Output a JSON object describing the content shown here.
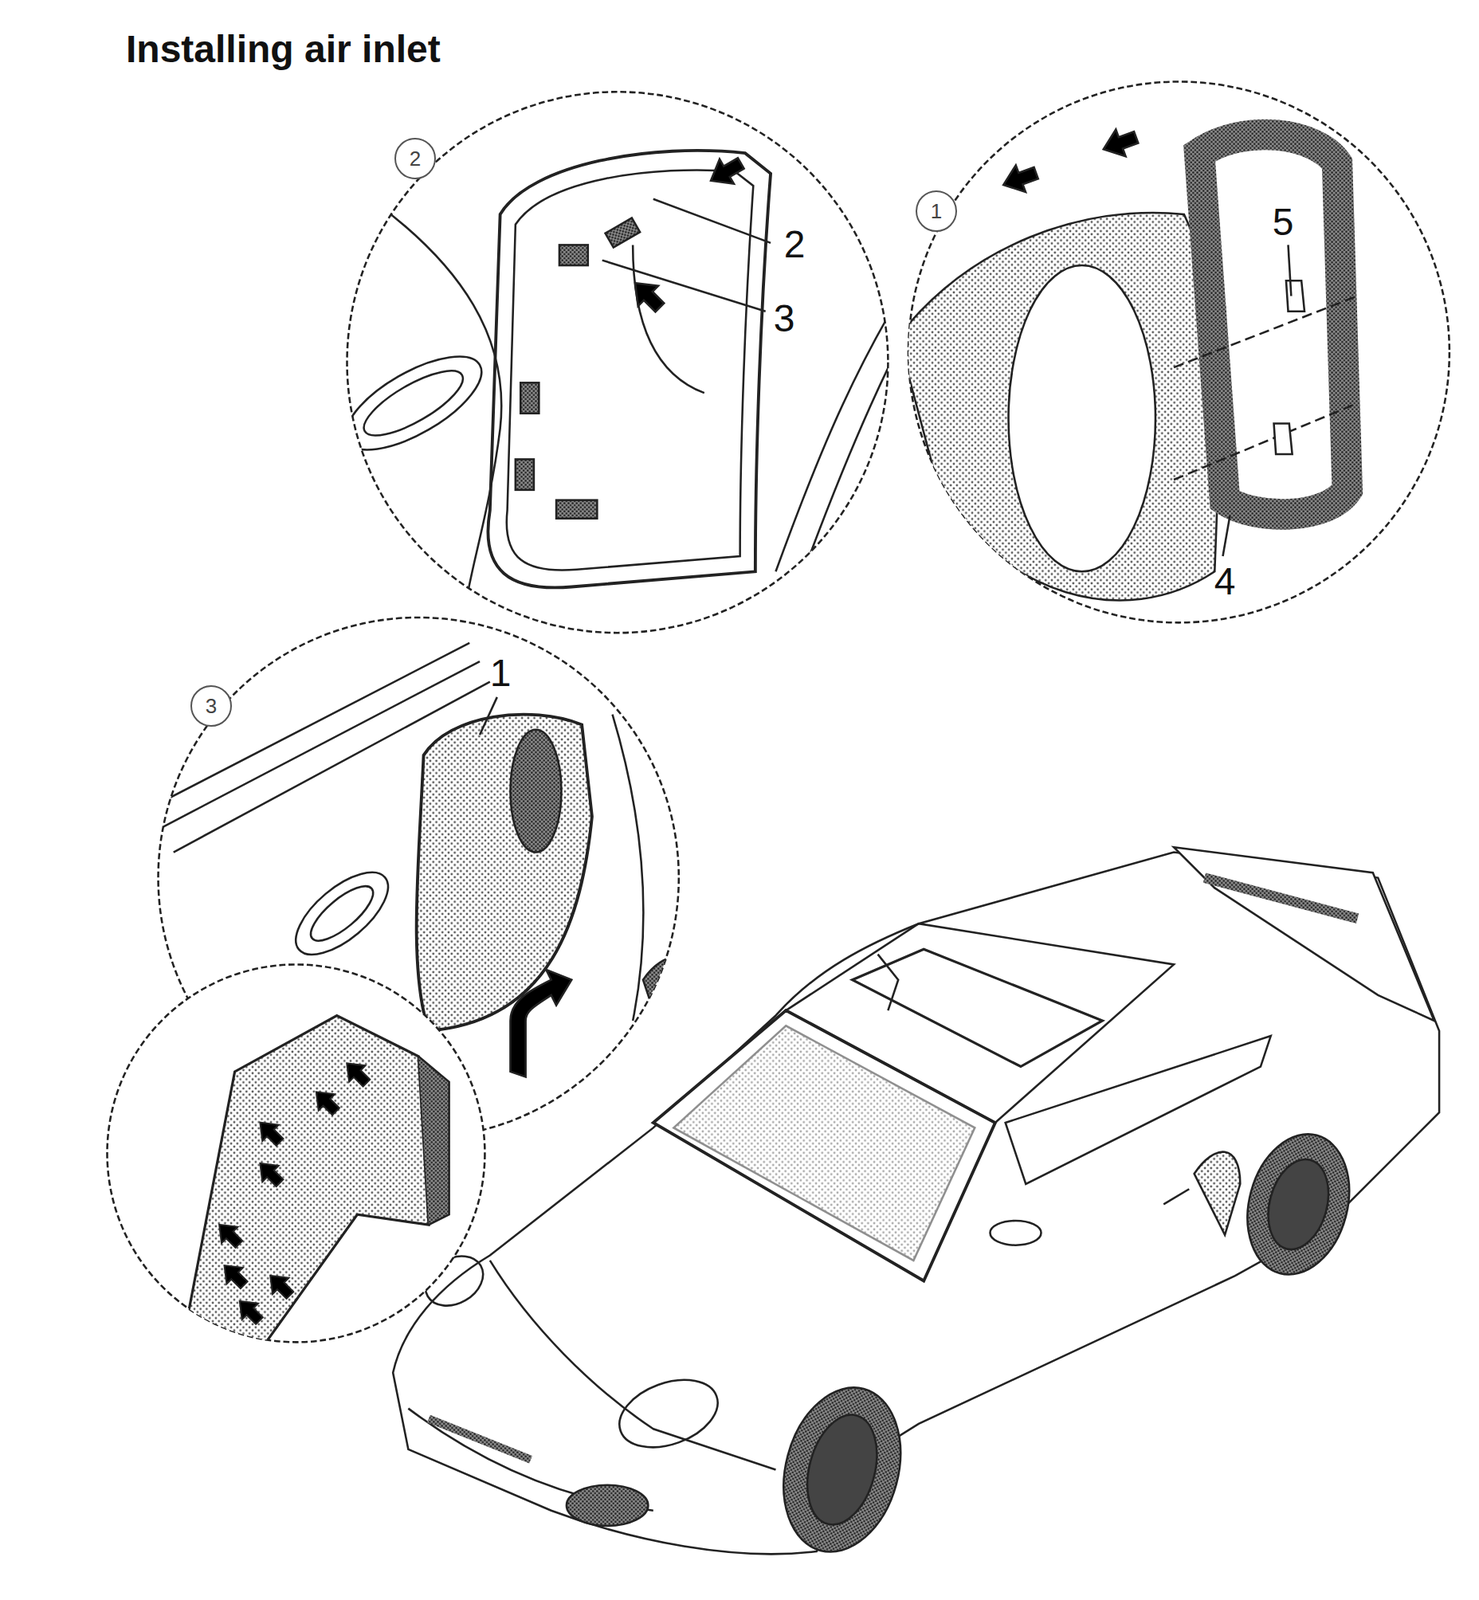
{
  "diagram": {
    "title": "Installing air inlet",
    "nodes": [
      {
        "text": [
          "2"
        ]
      },
      {
        "text": [
          "1"
        ]
      },
      {
        "text": [
          "3"
        ]
      }
    ],
    "labels": [
      "2",
      "3",
      "5",
      "4",
      "1"
    ]
  }
}
